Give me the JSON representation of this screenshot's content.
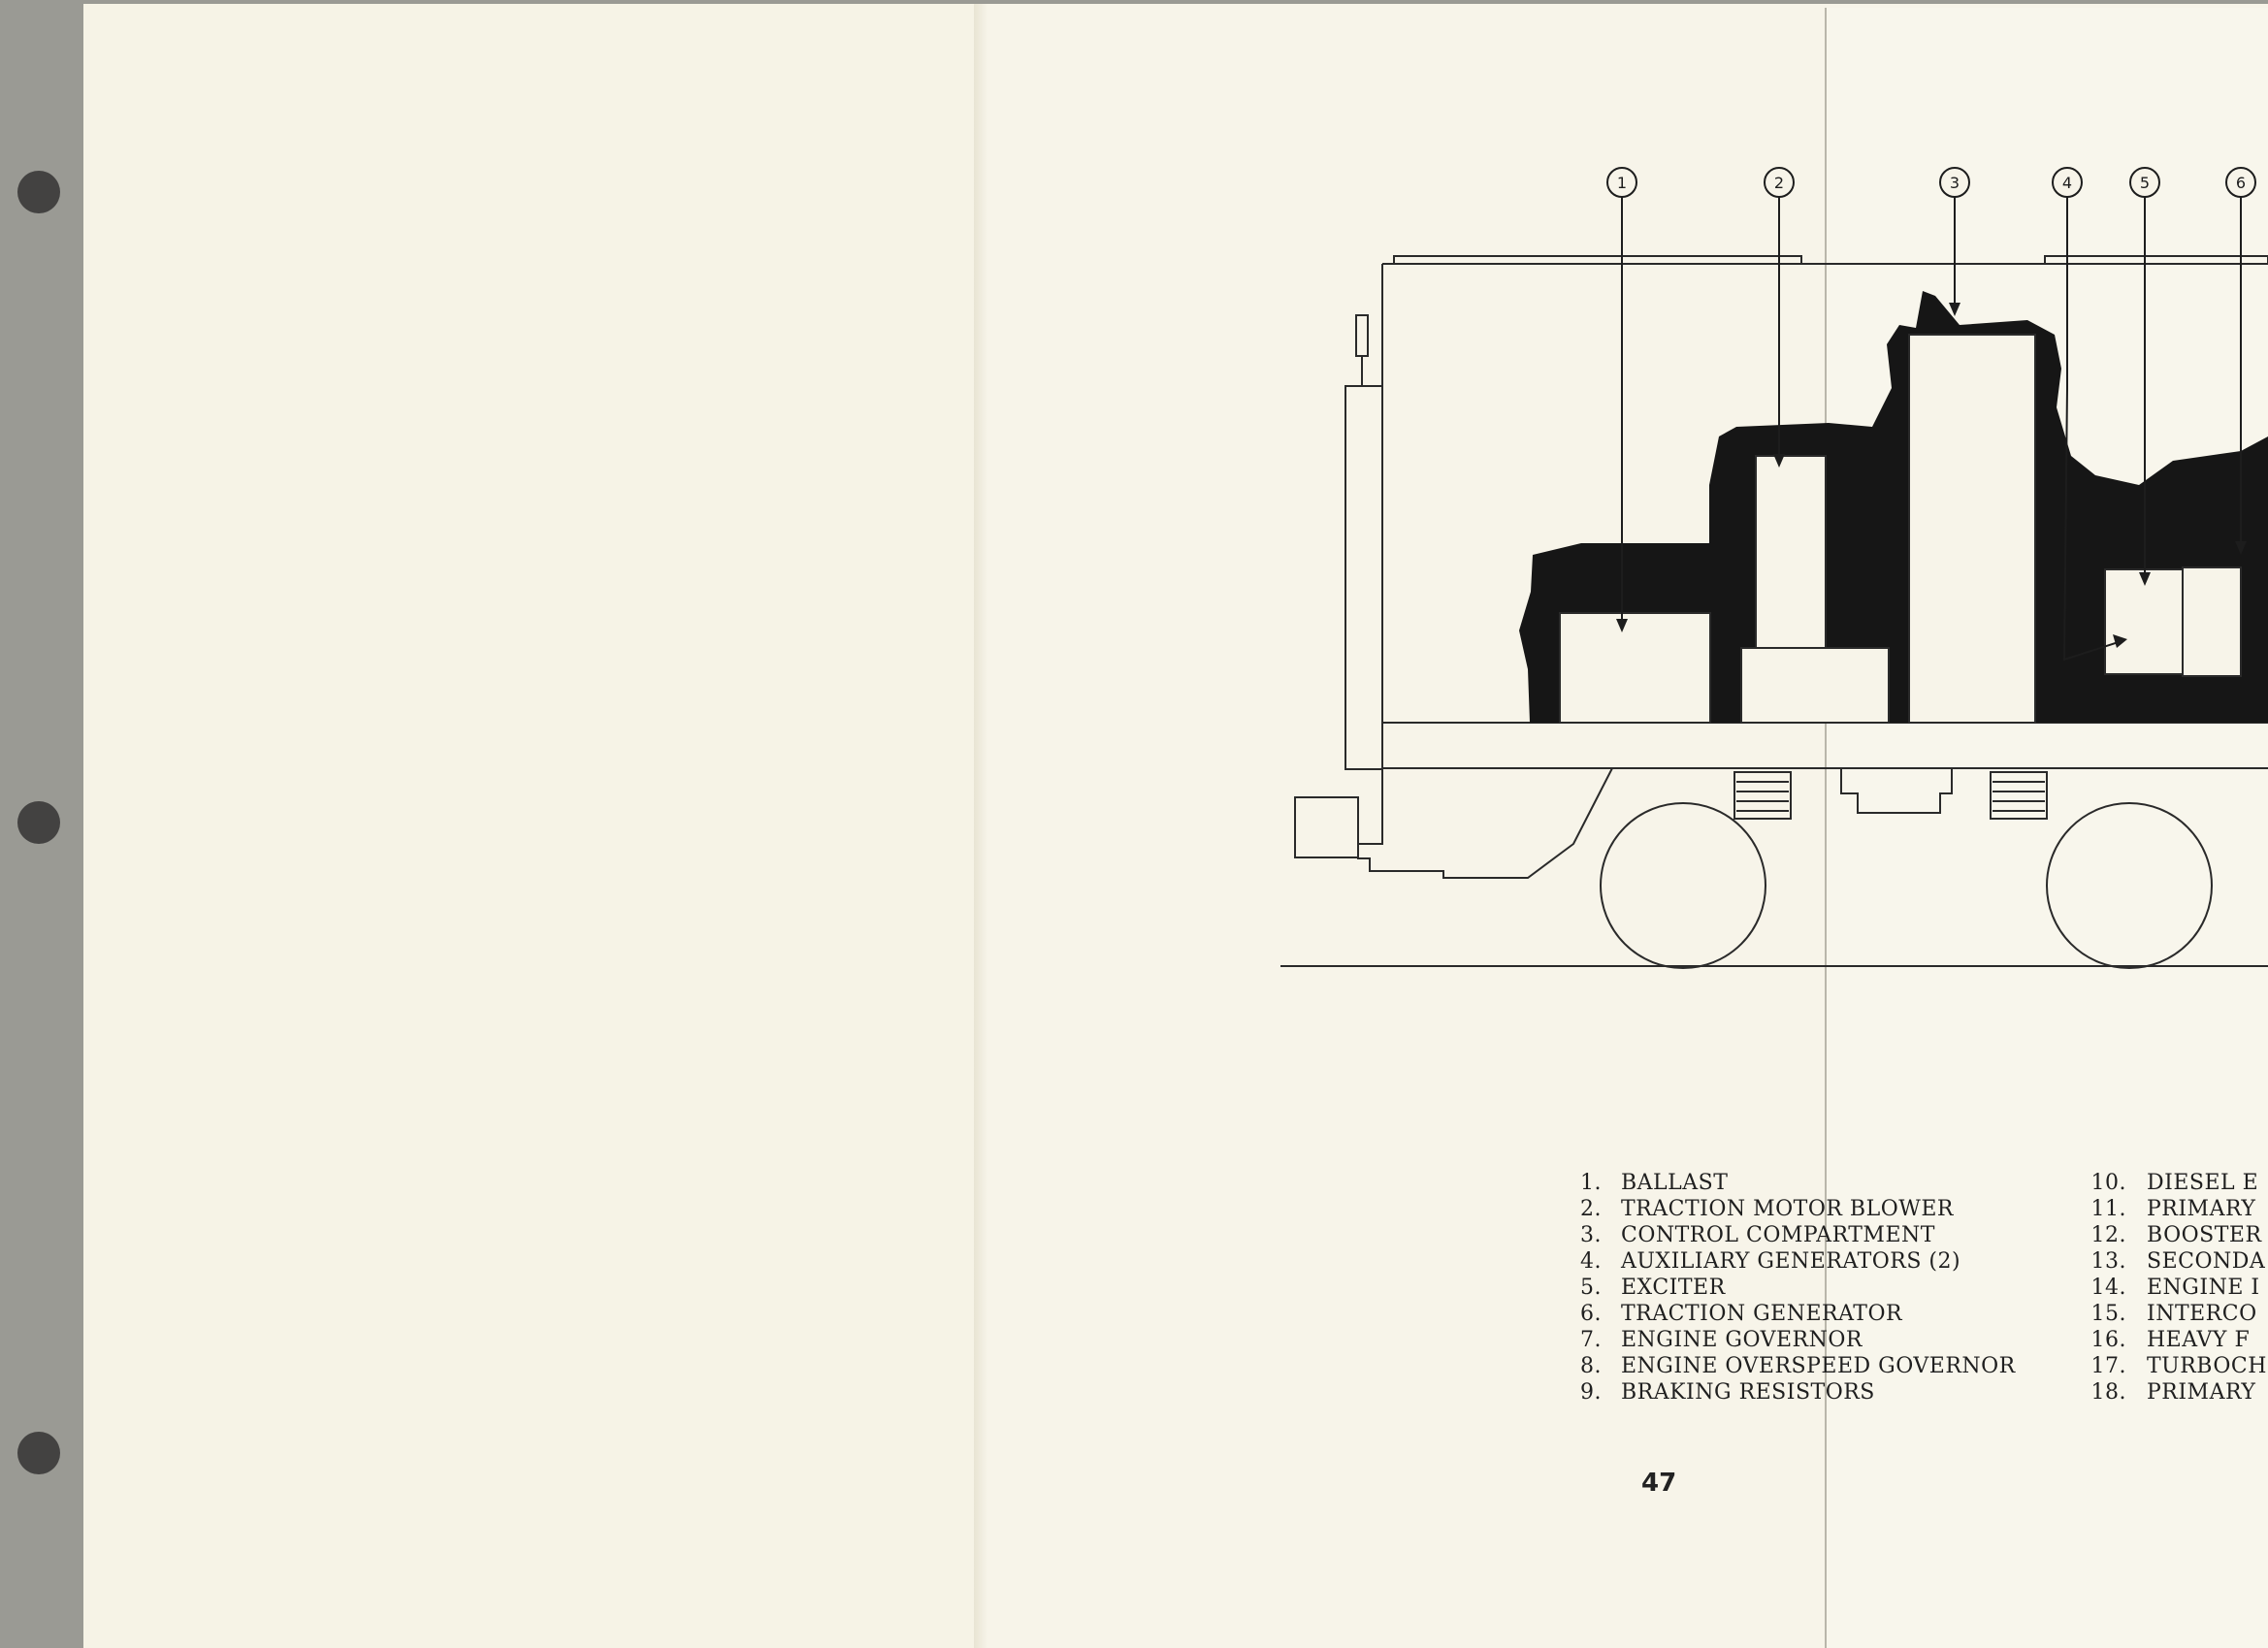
{
  "callouts": [
    "1",
    "2",
    "3",
    "4",
    "5",
    "6"
  ],
  "legend_left": [
    {
      "num": "1.",
      "label": "BALLAST"
    },
    {
      "num": "2.",
      "label": "TRACTION MOTOR BLOWER"
    },
    {
      "num": "3.",
      "label": "CONTROL COMPARTMENT"
    },
    {
      "num": "4.",
      "label": "AUXILIARY GENERATORS (2)"
    },
    {
      "num": "5.",
      "label": "EXCITER"
    },
    {
      "num": "6.",
      "label": "TRACTION GENERATOR"
    },
    {
      "num": "7.",
      "label": "ENGINE GOVERNOR"
    },
    {
      "num": "8.",
      "label": "ENGINE OVERSPEED GOVERNOR"
    },
    {
      "num": "9.",
      "label": "BRAKING RESISTORS"
    }
  ],
  "legend_right": [
    {
      "num": "10.",
      "label": "DIESEL E"
    },
    {
      "num": "11.",
      "label": "PRIMARY"
    },
    {
      "num": "12.",
      "label": "BOOSTER"
    },
    {
      "num": "13.",
      "label": "SECONDA"
    },
    {
      "num": "14.",
      "label": "ENGINE I"
    },
    {
      "num": "15.",
      "label": "INTERCO"
    },
    {
      "num": "16.",
      "label": "HEAVY F"
    },
    {
      "num": "17.",
      "label": "TURBOCH"
    },
    {
      "num": "18.",
      "label": "PRIMARY"
    }
  ],
  "page_number": "47"
}
